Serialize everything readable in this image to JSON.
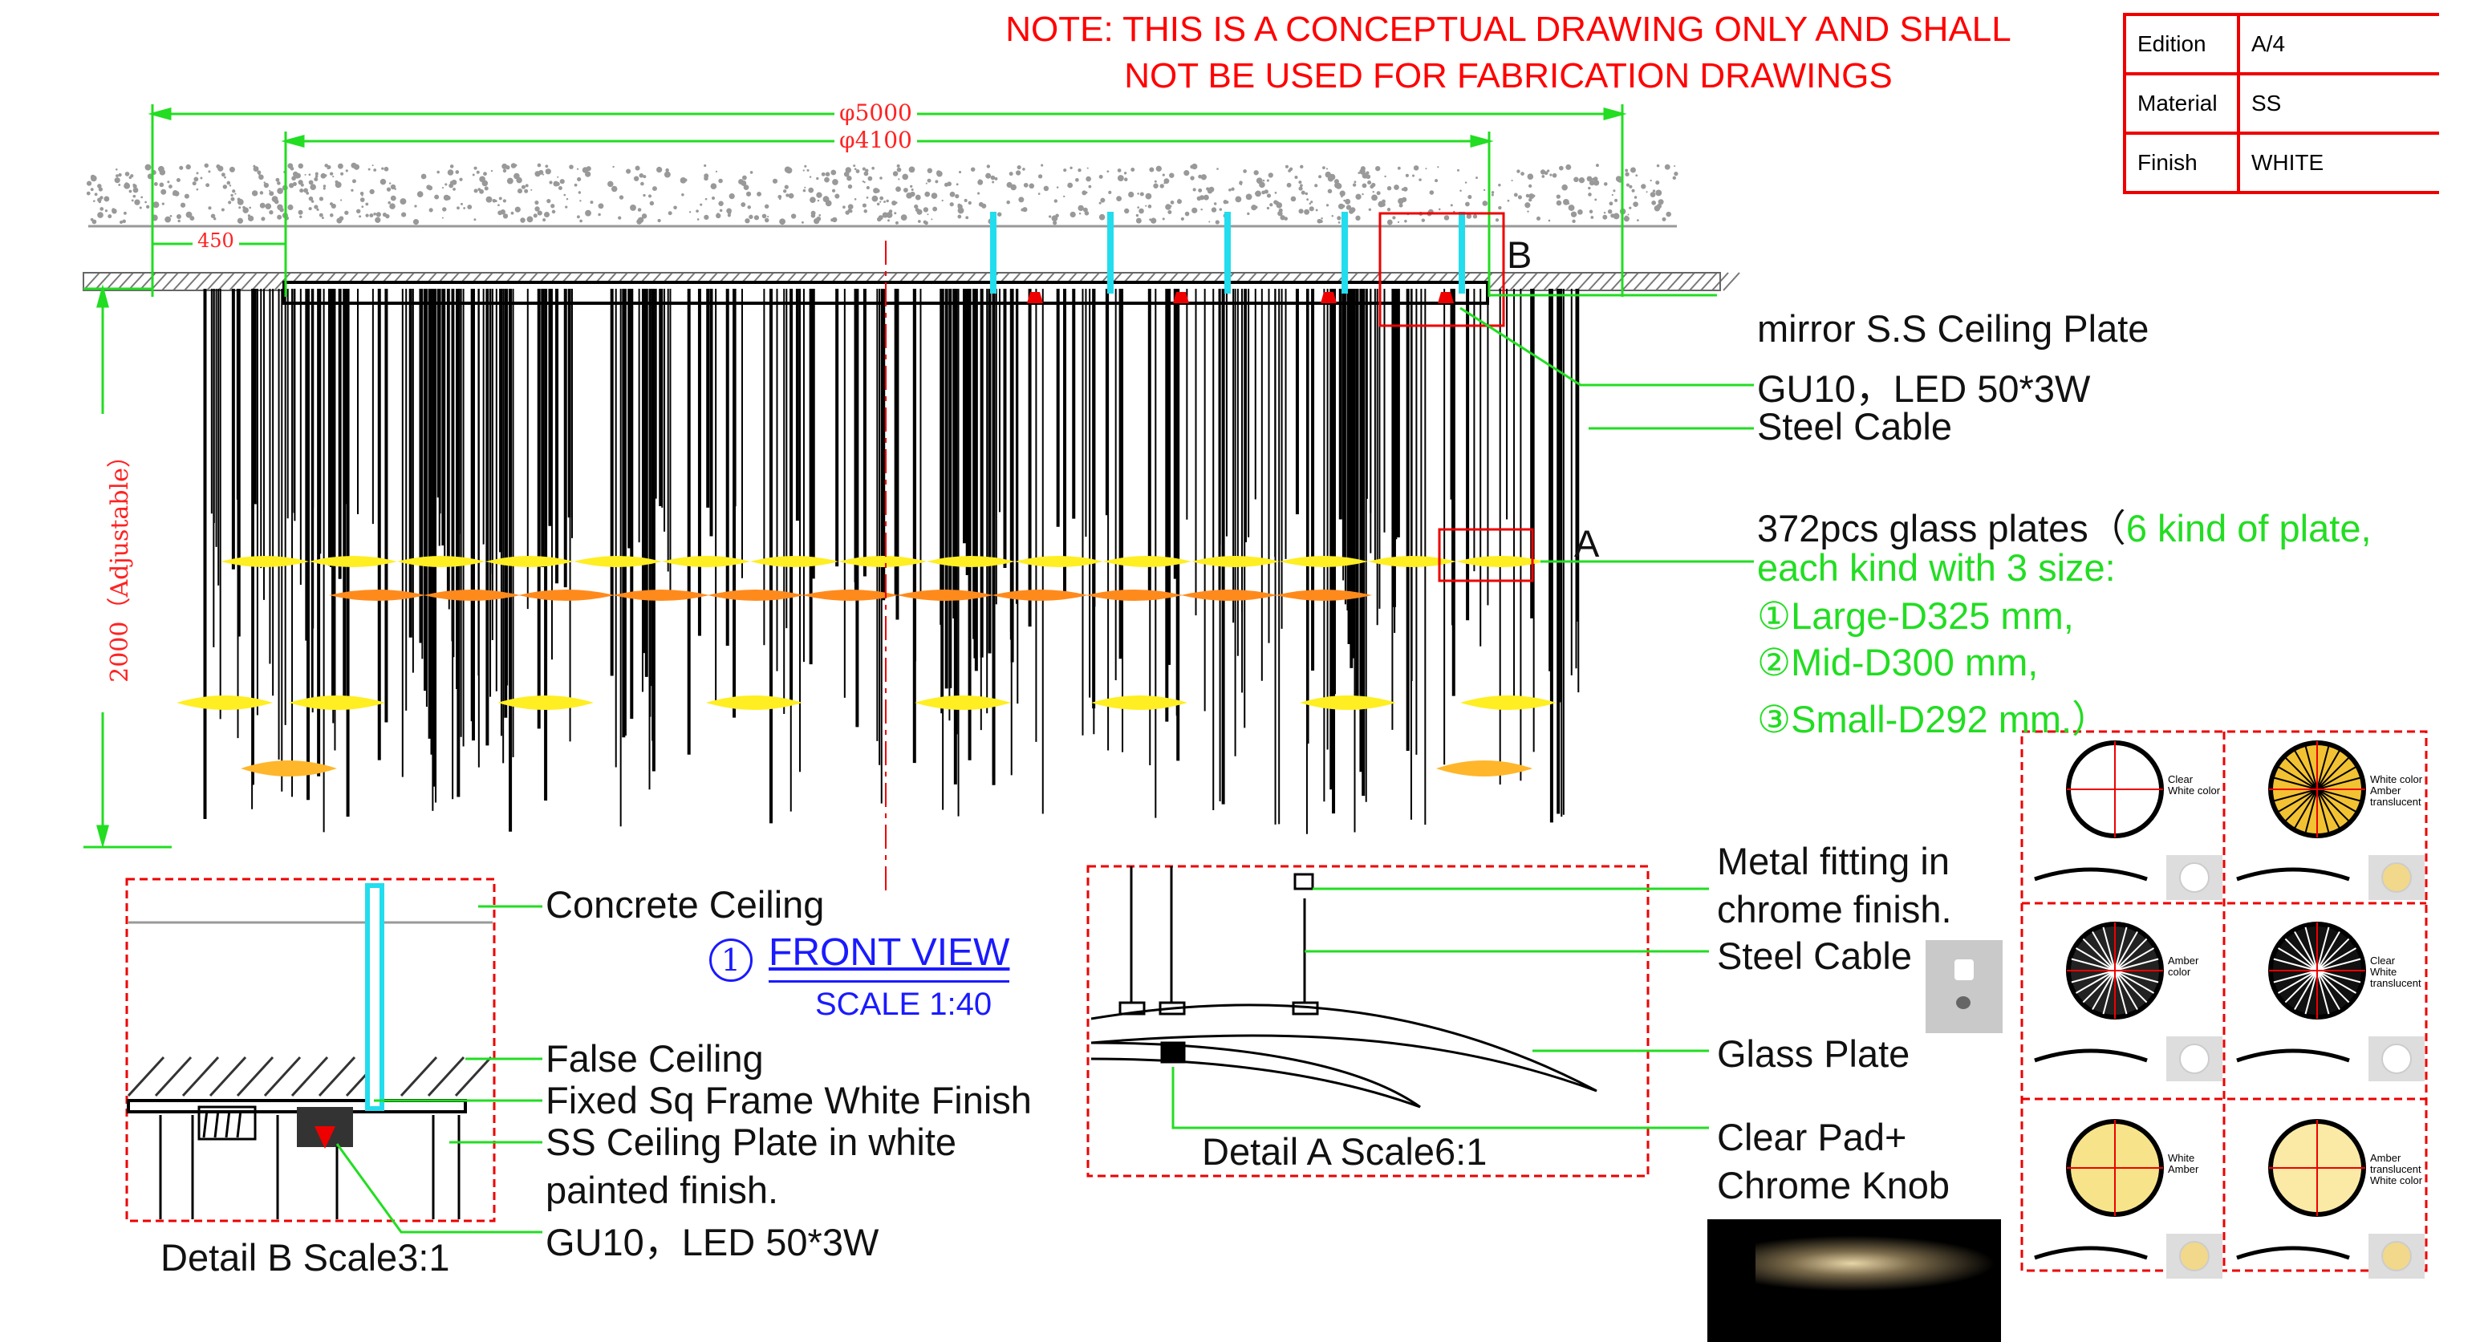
{
  "note": {
    "line1": "NOTE: THIS IS A CONCEPTUAL DRAWING ONLY AND SHALL",
    "line2": "NOT BE USED FOR FABRICATION DRAWINGS"
  },
  "spec_table": {
    "rows": [
      {
        "key": "Edition",
        "value": "A/4"
      },
      {
        "key": "Material",
        "value": "SS"
      },
      {
        "key": "Finish",
        "value": "WHITE"
      }
    ]
  },
  "dimensions": {
    "outer": "φ5000",
    "inner": "φ4100",
    "offset": "450",
    "height": "2000（Adjustable）"
  },
  "callouts": {
    "b_marker": "B",
    "a_marker": "A",
    "ceiling_plate": "mirror S.S Ceiling Plate",
    "gu10": "GU10，LED 50*3W",
    "steel_cable": "Steel Cable",
    "glass_plates_black": "372pcs glass plates（",
    "glass_plates_green": "6 kind of plate,",
    "kinds_line": "each kind with 3 size:",
    "size_large": "①Large-D325 mm,",
    "size_mid": "②Mid-D300 mm,",
    "size_small": "③Small-D292 mm.）"
  },
  "front_view": {
    "number": "1",
    "title": "FRONT VIEW",
    "scale": "SCALE 1:40"
  },
  "detail_b": {
    "concrete": "Concrete Ceiling",
    "false_ceiling": "False Ceiling",
    "frame": "Fixed Sq Frame White Finish",
    "plate1": "SS Ceiling Plate in white",
    "plate2": "painted finish.",
    "gu10": "GU10，LED 50*3W",
    "caption": "Detail B  Scale3:1"
  },
  "detail_a": {
    "metal1": "Metal fitting in",
    "metal2": "chrome finish.",
    "cable": "Steel Cable",
    "glass": "Glass Plate",
    "pad1": "Clear Pad+",
    "pad2": "Chrome Knob",
    "caption": "Detail A  Scale6:1"
  },
  "swatches": [
    {
      "labels": [
        "Clear",
        "White color"
      ],
      "fill": "#ffffff"
    },
    {
      "labels": [
        "White color",
        "Amber",
        "translucent"
      ],
      "fill": "#f2c233"
    },
    {
      "labels": [
        "Amber",
        "color"
      ],
      "fill": "#222222"
    },
    {
      "labels": [
        "Clear",
        "White",
        "translucent"
      ],
      "fill": "#111111"
    },
    {
      "labels": [
        "White",
        "Amber"
      ],
      "fill": "#f7e48a"
    },
    {
      "labels": [
        "Amber",
        "translucent",
        "White color"
      ],
      "fill": "#fbe9a6"
    }
  ],
  "colors": {
    "leader": "#22dd22",
    "accent_red": "#ff0000",
    "cyan_rod": "#22ddee",
    "glass_yellow": "#ffee22",
    "glass_orange": "#ff8a1c"
  }
}
